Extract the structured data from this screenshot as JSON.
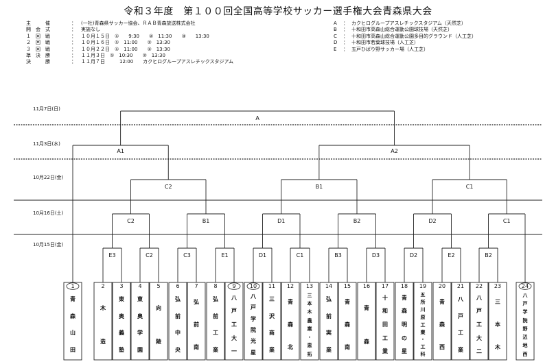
{
  "title": "令和３年度　第１００回全国高等学校サッカー選手権大会青森県大会",
  "info_left": [
    {
      "label": "主　　　催",
      "sep": "：",
      "value": "(一社)青森県サッカー協会、ＲＡＢ青森放送株式会社"
    },
    {
      "label": "開　会　式",
      "sep": "：",
      "value": "実施なし"
    },
    {
      "label": "１　回　戦",
      "sep": "：",
      "value": "１０月１５日　①　　9:30　　②　11:30　　③　　13:30"
    },
    {
      "label": "２　回　戦",
      "sep": "：",
      "value": "１０月１６日　①　11:00　　②　13:30"
    },
    {
      "label": "３　回　戦",
      "sep": "：",
      "value": "１０月２２日　①　11:00　　②　13:30"
    },
    {
      "label": "準　決　勝",
      "sep": "：",
      "value": "１１月３日　①　10:30　　②　13:30"
    },
    {
      "label": "決　　　勝",
      "sep": "：",
      "value": "１１月７日　　　12:00　　カクヒログループアスレチックスタジアム"
    }
  ],
  "venues": [
    {
      "code": "A",
      "sep": "：",
      "name": "カクヒログループアスレチックスタジアム（天然芝）"
    },
    {
      "code": "B",
      "sep": "：",
      "name": "十和田市高森山総合運動公園球技場（天然芝）"
    },
    {
      "code": "C",
      "sep": "：",
      "name": "十和田市高森山総合運動公園多目的グラウンド（人工芝）"
    },
    {
      "code": "D",
      "sep": "：",
      "name": "十和田市若葉球技場（人工芝）"
    },
    {
      "code": "E",
      "sep": "：",
      "name": "五戸ひばり野サッカー場（人工芝）"
    }
  ],
  "days": [
    "11月7日(日)",
    "11月3日(水)",
    "10月22日(金)",
    "10月16日(土)",
    "10月15日(金)"
  ],
  "games": {
    "final": "A",
    "semi": [
      "A1",
      "A2"
    ],
    "r3": [
      "C2",
      "B1",
      "C1"
    ],
    "r2": [
      "C2",
      "B1",
      "D1",
      "B2",
      "D2",
      "C1"
    ],
    "r1": [
      "E3",
      "C2",
      "C3",
      "E1",
      "D1",
      "C1",
      "B3",
      "D3",
      "D2",
      "E2",
      "B2"
    ]
  },
  "teams": [
    {
      "num": "1",
      "name": "青森山田",
      "circled": true
    },
    {
      "num": "2",
      "name": "木造",
      "circled": false
    },
    {
      "num": "3",
      "name": "東奥義塾",
      "circled": false
    },
    {
      "num": "4",
      "name": "東奥学園",
      "circled": false
    },
    {
      "num": "5",
      "name": "向陵",
      "circled": false
    },
    {
      "num": "6",
      "name": "弘前中央",
      "circled": false
    },
    {
      "num": "7",
      "name": "弘前南",
      "circled": false
    },
    {
      "num": "8",
      "name": "弘前工業",
      "circled": false
    },
    {
      "num": "9",
      "name": "八戸工大一",
      "circled": true
    },
    {
      "num": "10",
      "name": "八戸学院光星",
      "circled": true
    },
    {
      "num": "11",
      "name": "三沢商業",
      "circled": false
    },
    {
      "num": "12",
      "name": "青森北",
      "circled": false
    },
    {
      "num": "13",
      "name": "三本木農業・恵拓",
      "circled": false
    },
    {
      "num": "14",
      "name": "弘前実業",
      "circled": false
    },
    {
      "num": "15",
      "name": "青森南",
      "circled": false
    },
    {
      "num": "16",
      "name": "青森",
      "circled": false
    },
    {
      "num": "17",
      "name": "十和田工業",
      "circled": false
    },
    {
      "num": "18",
      "name": "青森明の星",
      "circled": false
    },
    {
      "num": "19",
      "name": "五所川原工業・工科",
      "circled": false
    },
    {
      "num": "20",
      "name": "青森西",
      "circled": false
    },
    {
      "num": "21",
      "name": "八戸工業",
      "circled": false
    },
    {
      "num": "22",
      "name": "八戸工大二",
      "circled": false
    },
    {
      "num": "23",
      "name": "三本木",
      "circled": false
    },
    {
      "num": "24",
      "name": "八戸学院野辺地西",
      "circled": true
    }
  ]
}
